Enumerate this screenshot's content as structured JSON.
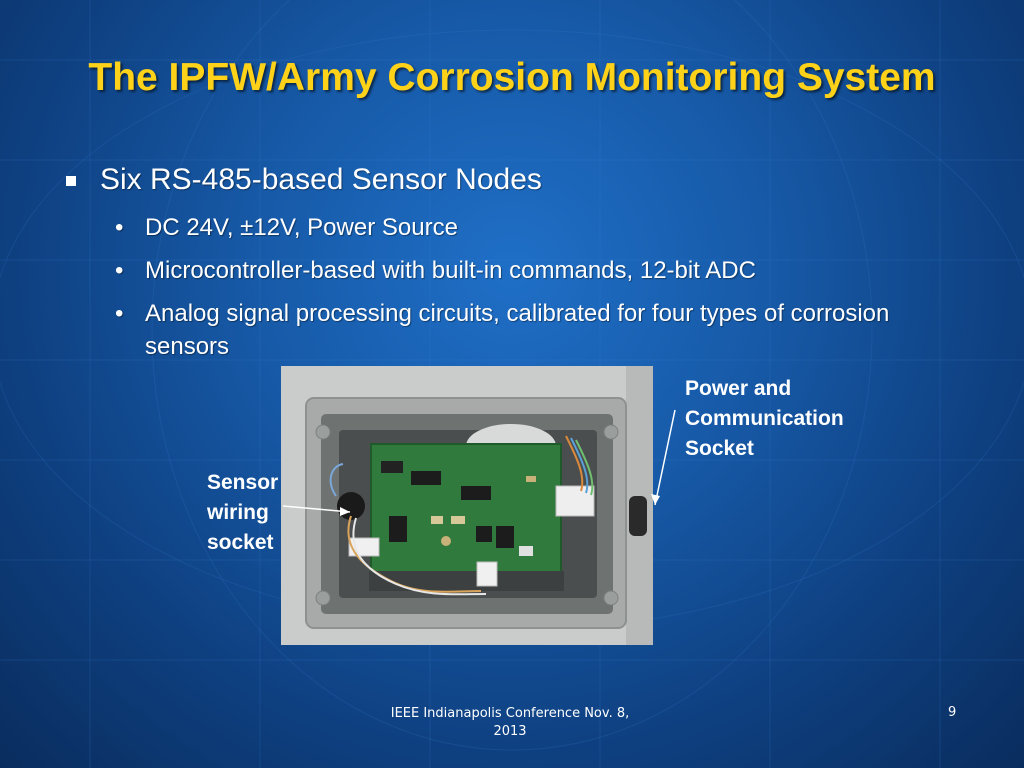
{
  "slide": {
    "title": "The IPFW/Army Corrosion Monitoring System",
    "bullet": {
      "text": "Six RS-485-based Sensor Nodes",
      "sub": [
        "DC 24V, ±12V, Power Source",
        "Microcontroller-based with built-in commands, 12-bit ADC",
        "Analog signal processing circuits, calibrated for four types of corrosion sensors"
      ]
    },
    "sub_marker": "•",
    "labels": {
      "power_line1": "Power and",
      "power_line2": "Communication",
      "power_line3": "Socket",
      "sensor_line1": "Sensor",
      "sensor_line2": "wiring",
      "sensor_line3": "socket"
    },
    "footer": {
      "line1": "IEEE Indianapolis Conference Nov. 8,",
      "line2": "2013"
    },
    "page_number": "9"
  },
  "colors": {
    "title": "#ffd21a",
    "background": "#175aa8",
    "text": "#ffffff"
  }
}
